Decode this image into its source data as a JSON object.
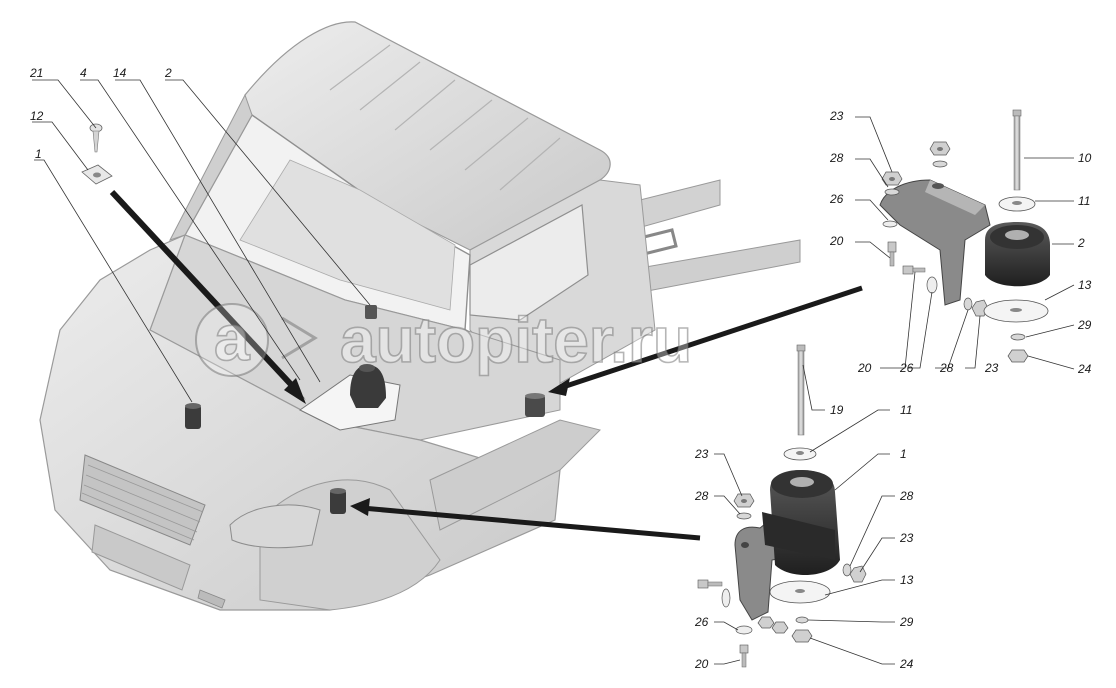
{
  "watermark": "autopiter.ru",
  "callouts": {
    "c21": "21",
    "c4": "4",
    "c14": "14",
    "c2a": "2",
    "c12": "12",
    "c1a": "1",
    "r23a": "23",
    "r28a": "28",
    "r26a": "26",
    "r20a": "20",
    "r10": "10",
    "r11a": "11",
    "r2b": "2",
    "r13a": "13",
    "r29a": "29",
    "r24a": "24",
    "b20": "20",
    "b26": "26",
    "b28": "28",
    "b23": "23",
    "m19": "19",
    "m11": "11",
    "m1": "1",
    "l23": "23",
    "l28": "28",
    "l26": "26",
    "l20": "20",
    "s28": "28",
    "s23": "23",
    "s13": "13",
    "s29": "29",
    "s24": "24"
  }
}
